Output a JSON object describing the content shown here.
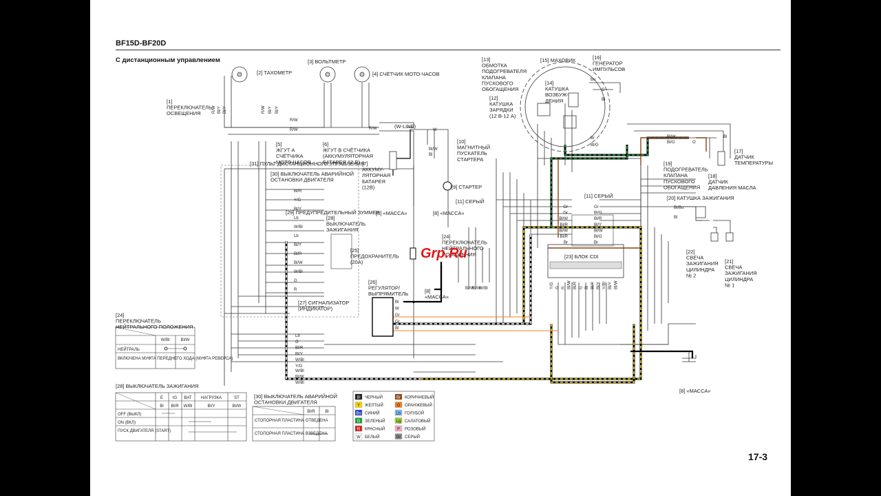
{
  "header": {
    "model": "BF15D-BF20D",
    "subtitle": "С дистанционным управлением",
    "page_number": "17-3"
  },
  "watermark": "Grp.Ru",
  "components": {
    "c1": [
      "[1]",
      "ПЕРЕКЛЮЧАТЕЛЬ",
      "ОСВЕЩЕНИЯ"
    ],
    "c2": [
      "[2] ТАХОМЕТР"
    ],
    "c3": [
      "[3] ВОЛЬТМЕТР"
    ],
    "c4": [
      "[4] СЧЁТЧИК МОТО-ЧАСОВ"
    ],
    "c5": [
      "[5]",
      "ЖГУТ А",
      "СЧЁТЧИКА",
      "МОТО-ЧАСОВ"
    ],
    "c6": [
      "[6]",
      "ЖГУТ В СЧЁТЧИКА",
      "(АККУМУЛЯТОРНАЯ",
      "БАТАРЕЯ 12 В)"
    ],
    "c7": [
      "[7]",
      "АККУМУ-",
      "ЛЯТОРНАЯ",
      "БАТАРЕЯ",
      "(12В)"
    ],
    "c31": [
      "[31] ПУЛЬТ ДИСТАНЦИОННОГО УПРАВЛЕНИЯ"
    ],
    "c30": [
      "[30] ВЫКЛЮЧАТЕЛЬ АВАРИЙНОЙ",
      "ОСТАНОВКИ ДВИГАТЕЛЯ"
    ],
    "c29": [
      "[29] ПРЕДУПРЕДИТЕЛЬНЫЙ ЗУММЕР"
    ],
    "c28": [
      "[28]",
      "ВЫКЛЮЧАТЕЛЬ",
      "ЗАЖИГАНИЯ"
    ],
    "c27": [
      "[27] СИГНАЛИЗАТОР",
      "(ИНДИКАТОР)"
    ],
    "c25": [
      "[25]",
      "ПРЕДОХРАНИТЕЛЬ",
      "(20А)"
    ],
    "c26": [
      "[26]",
      "РЕГУЛЯТОР/",
      "ВЫПРЯМИТЕЛЬ"
    ],
    "c24": [
      "[24]",
      "ПЕРЕКЛЮЧАТЕЛЬ",
      "НЕЙТРАЛЬНОГО",
      "ПОЛОЖЕНИЯ"
    ],
    "c8a": [
      "[8] «МАССА»"
    ],
    "c8b": [
      "[8] «МАССА»"
    ],
    "c8c": [
      "[8]",
      "«МАССА»"
    ],
    "c8d": [
      "[8] «МАССА»"
    ],
    "c9": [
      "[9] СТАРТЕР"
    ],
    "c10": [
      "[10]",
      "МАГНИТНЫЙ",
      "ПУСКАТЕЛЬ",
      "СТАРТЕРА"
    ],
    "wline": [
      "(W-LINE)"
    ],
    "c11": [
      "[11] СЕРЫЙ"
    ],
    "c11b": [
      "[11] СЕРЫЙ"
    ],
    "c12": [
      "[12]",
      "КАТУШКА",
      "ЗАРЯДКИ",
      "(12 В-12 А)"
    ],
    "c13": [
      "[13]",
      "ОБМОТКА",
      "ПОДОГРЕВАТЕЛЯ",
      "КЛАПАНА",
      "ПУСКОВОГО",
      "ОБОГАЩЕНИЯ"
    ],
    "c14": [
      "[14]",
      "КАТУШКА",
      "ВОЗБУЖ-",
      "ДЕНИЯ"
    ],
    "c15": [
      "[15] МАХОВИК"
    ],
    "c16": [
      "[16]",
      "ГЕНЕРАТОР",
      "ИМПУЛЬСОВ"
    ],
    "c17": [
      "[17]",
      "ДАТЧИК",
      "ТЕМПЕРАТУРЫ"
    ],
    "c18": [
      "[18]",
      "ДАТЧИК",
      "ДАВЛЕНИЯ МАСЛА"
    ],
    "c19": [
      "[19]",
      "ПОДОГРЕВАТЕЛЬ",
      "КЛАПАНА",
      "ПУСКОВОГО",
      "ОБОГАЩЕНИЯ"
    ],
    "c20": [
      "[20] КАТУШКА ЗАЖИГАНИЯ"
    ],
    "c21": [
      "[21]",
      "СВЕЧА",
      "ЗАЖИГАНИЯ",
      "ЦИЛИНДРА",
      "№ 1"
    ],
    "c22": [
      "[22]",
      "СВЕЧА",
      "ЗАЖИГАНИЯ",
      "ЦИЛИНДРА",
      "№ 2"
    ],
    "c23": [
      "[23] БЛОК CDI"
    ]
  },
  "neutral_table": {
    "title": [
      "[24]",
      "ПЕРЕКЛЮЧАТЕЛЬ",
      "НЕЙТРАЛЬНОГО ПОЛОЖЕНИЯ"
    ],
    "columns": [
      "W/Bl",
      "Bl/W"
    ],
    "rows": [
      "НЕЙТРАЛЬ",
      "ВКЛЮЧЕНА МУФТА ПЕРЕДНЕГО ХОДА (МУФТА РЕВЕРСА)"
    ]
  },
  "ignition_table": {
    "title": "[28] ВЫКЛЮЧАТЕЛЬ ЗАЖИГАНИЯ",
    "columns": [
      "E",
      "IG",
      "BAT",
      "НАГРУЗКА",
      "ST"
    ],
    "colors": [
      "Bl",
      "Bl/R",
      "W/Bl",
      "Bl/Y",
      "Bl/W"
    ],
    "rows": [
      "OFF (ВЫКЛ)",
      "ON (ВКЛ)",
      "ПУСК ДВИГАТЕЛЯ (START)"
    ]
  },
  "stop_table": {
    "title": [
      "[30] ВЫКЛЮЧАТЕЛЬ АВАРИЙНОЙ",
      "ОСТАНОВКИ ДВИГАТЕЛЯ"
    ],
    "columns": [
      "Bl/R",
      "Bl"
    ],
    "rows": [
      "СТОПОРНАЯ ПЛАСТИНА ОТВЕДЕНА",
      "СТОПОРНАЯ ПЛАСТИНА ВЗВЕДЕНА"
    ]
  },
  "color_legend": [
    {
      "code": "Bl",
      "name": "ЧЕРНЫЙ",
      "color": "#111111"
    },
    {
      "code": "Br",
      "name": "КОРИЧНЕВЫЙ",
      "color": "#8B4513"
    },
    {
      "code": "Y",
      "name": "ЖЕЛТЫЙ",
      "color": "#F2D400"
    },
    {
      "code": "O",
      "name": "ОРАНЖЕВЫЙ",
      "color": "#F08020"
    },
    {
      "code": "Bu",
      "name": "СИНИЙ",
      "color": "#1F3FBF"
    },
    {
      "code": "Lb",
      "name": "ГОЛУБОЙ",
      "color": "#7FB9F0"
    },
    {
      "code": "G",
      "name": "ЗЕЛЕНЫЙ",
      "color": "#1E9E3A"
    },
    {
      "code": "Lg",
      "name": "САЛАТОВЫЙ",
      "color": "#9ACD32"
    },
    {
      "code": "R",
      "name": "КРАСНЫЙ",
      "color": "#D61E1E"
    },
    {
      "code": "P",
      "name": "РОЗОВЫЙ",
      "color": "#F7A9C4"
    },
    {
      "code": "W",
      "name": "БЕЛЫЙ",
      "color": "#FFFFFF"
    },
    {
      "code": "Gr",
      "name": "СЕРЫЙ",
      "color": "#8C8C8C"
    }
  ],
  "wire_codes": {
    "cdi_pins": [
      "Y/G",
      "G",
      "R",
      "Bl/W",
      "Bl/R",
      "G",
      "Bl",
      "Bl/Y",
      "Bl/Y",
      "Y/Bl",
      "Bl/Y",
      "Bl/W"
    ],
    "gray_conn_left": [
      "Gr",
      "Gr",
      "Bl/W",
      "Bl/R",
      "Bl/W",
      "Bl/R",
      "Br"
    ],
    "gray_conn_right": [
      "Gr",
      "Bl/G",
      "Bl/R",
      "Bl/Y",
      "Bl/W",
      "Bl/G",
      "Br"
    ],
    "remote_wires": [
      "Bl/R",
      "Y/G",
      "Bl/Y",
      "Lb",
      "W/Bl",
      "Lb",
      "Bl/Y",
      "Bl/R",
      "Bl/W",
      "W/Bl",
      "G",
      "R"
    ],
    "lower_wires": [
      "Lb",
      "G",
      "Bl/R",
      "Bl/Y",
      "W/Bl",
      "Y/G"
    ],
    "bottom_wires": [
      "W/Bl",
      "Bl/W",
      "W/Bl"
    ],
    "meter_wires": [
      "R/W",
      "Bl/Y",
      "Bl/Y",
      "R/W",
      "Bl/Y",
      "Bl/Y"
    ],
    "rw_labels": [
      "R/W",
      "R/W",
      "R/W"
    ],
    "reg_wires": [
      "Bl",
      "W",
      "Gr",
      "Gr",
      "Bl"
    ],
    "sensor_wires": [
      "Bl/W",
      "Bl/G",
      "O",
      "Bl"
    ],
    "ign_coil_wires": [
      "Bl/Bu",
      "Bl"
    ],
    "flywheel_wires": [
      "Bu",
      "G",
      "Bl",
      "Br",
      "Bl/G"
    ],
    "misc": [
      "Bl/W",
      "Bl",
      "W",
      "Bl/W",
      "Bl/W",
      "W/Bl"
    ]
  }
}
